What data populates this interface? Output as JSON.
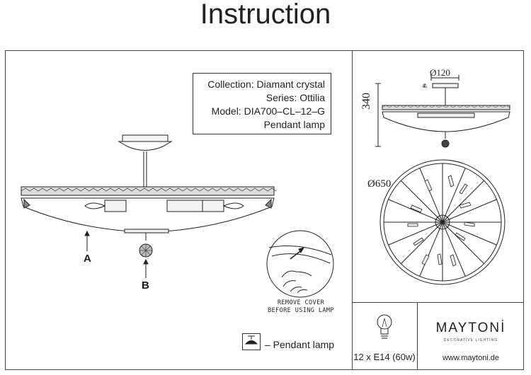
{
  "title": "Instruction",
  "info": {
    "collection": "Collection: Diamant crystal",
    "series": "Series: Ottilia",
    "model": "Model: DIA700–CL–12–G",
    "type": "Pendant lamp"
  },
  "labels": {
    "a": "A",
    "b": "B"
  },
  "remove_cover": [
    "REMOVE COVER",
    "BEFORE USING LAMP"
  ],
  "legend": {
    "text": "– Pendant lamp",
    "icon": "pendant-lamp-icon"
  },
  "dimensions": {
    "top_diameter": "Ø120",
    "small_height": "45",
    "height": "340",
    "diameter": "Ø650"
  },
  "bulb": {
    "spec": "12 x E14 (60w)",
    "icon": "light-bulb-icon"
  },
  "brand": {
    "logo": "MAYTONİ",
    "tagline": "DECORATIVE LIGHTING",
    "website": "www.maytoni.de"
  }
}
